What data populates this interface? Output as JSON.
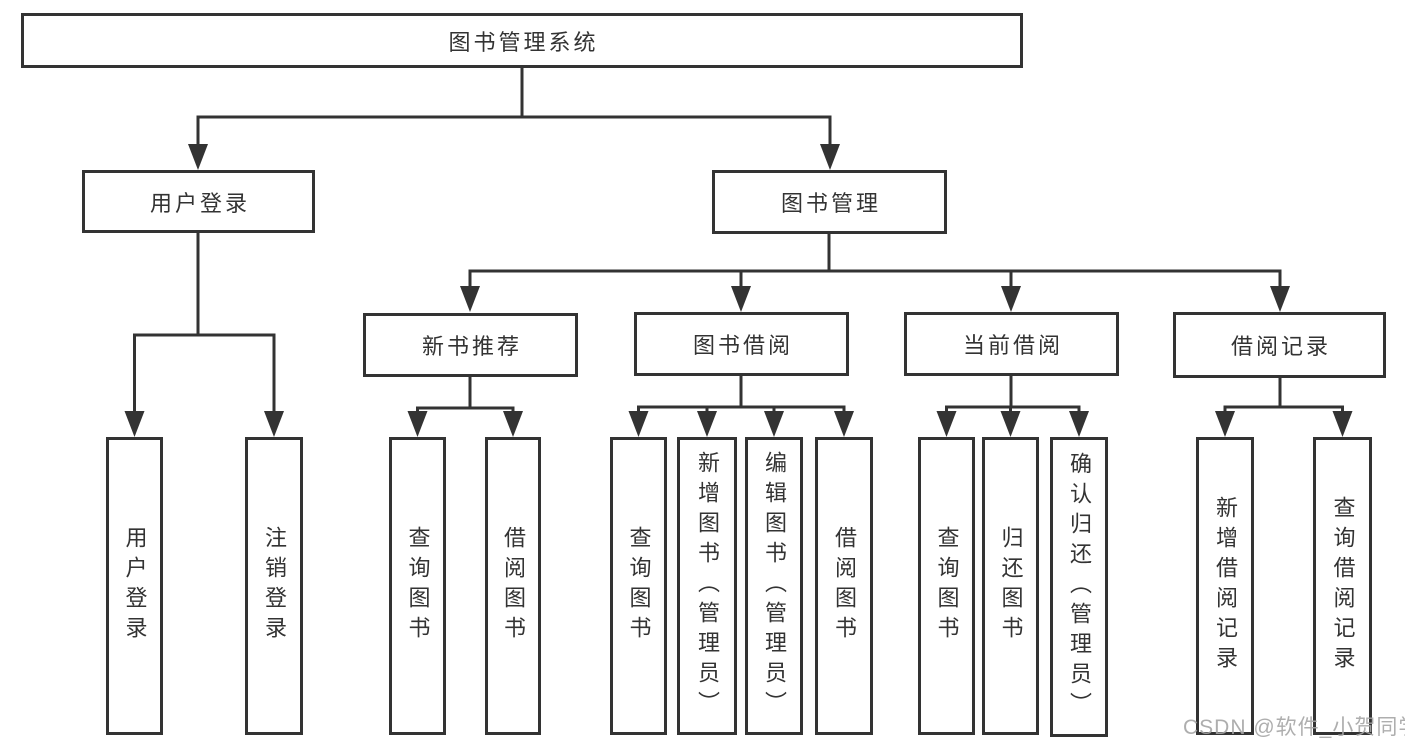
{
  "tree": {
    "label": "图书管理系统",
    "children": [
      {
        "label": "用户登录",
        "children": [
          {
            "label": "用户登录"
          },
          {
            "label": "注销登录"
          }
        ]
      },
      {
        "label": "图书管理",
        "children": [
          {
            "label": "新书推荐",
            "children": [
              {
                "label": "查询图书"
              },
              {
                "label": "借阅图书"
              }
            ]
          },
          {
            "label": "图书借阅",
            "children": [
              {
                "label": "查询图书"
              },
              {
                "label": "新增图书（管理员）"
              },
              {
                "label": "编辑图书（管理员）"
              },
              {
                "label": "借阅图书"
              }
            ]
          },
          {
            "label": "当前借阅",
            "children": [
              {
                "label": "查询图书"
              },
              {
                "label": "归还图书"
              },
              {
                "label": "确认归还（管理员）"
              }
            ]
          },
          {
            "label": "借阅记录",
            "children": [
              {
                "label": "新增借阅记录"
              },
              {
                "label": "查询借阅记录"
              }
            ]
          }
        ]
      }
    ]
  },
  "watermark": {
    "text": "CSDN @软件_小贺同学"
  },
  "colors": {
    "line": "#333333",
    "text": "#333333",
    "box_background": "#ffffff",
    "watermark": "#a5a5a5",
    "background": "#ffffff"
  }
}
